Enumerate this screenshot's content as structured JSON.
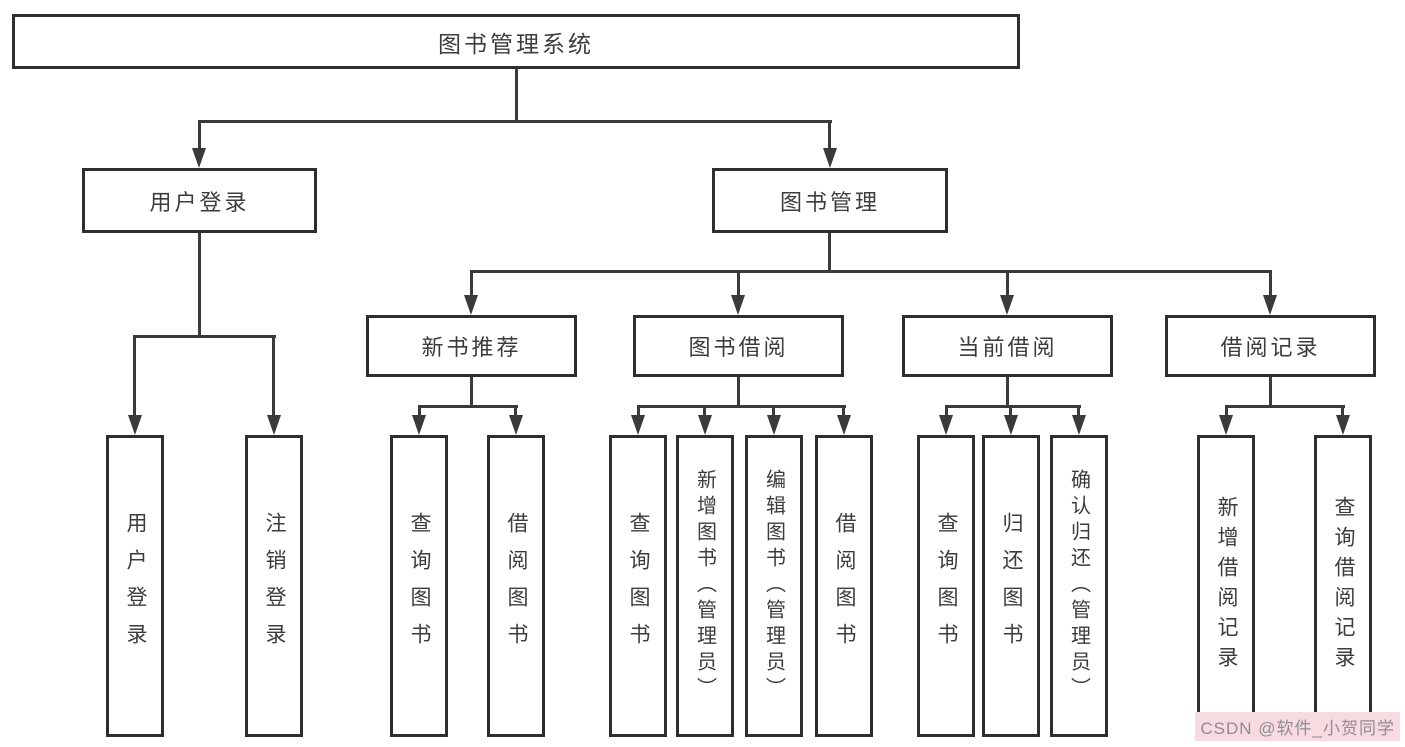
{
  "diagram": {
    "root": "图书管理系统",
    "branches": [
      {
        "label": "用户登录",
        "leaves": [
          "用户登录",
          "注销登录"
        ]
      },
      {
        "label": "图书管理",
        "groups": [
          {
            "label": "新书推荐",
            "leaves": [
              "查询图书",
              "借阅图书"
            ]
          },
          {
            "label": "图书借阅",
            "leaves": [
              "查询图书",
              "新增图书（管理员）",
              "编辑图书（管理员）",
              "借阅图书"
            ]
          },
          {
            "label": "当前借阅",
            "leaves": [
              "查询图书",
              "归还图书",
              "确认归还（管理员）"
            ]
          },
          {
            "label": "借阅记录",
            "leaves": [
              "新增借阅记录",
              "查询借阅记录"
            ]
          }
        ]
      }
    ]
  },
  "watermark": "CSDN @软件_小贺同学",
  "colors": {
    "background": "#ffffff",
    "box_border": "#2e2e2e",
    "line": "#3a3a3a",
    "text": "#3c3c3c",
    "watermark_bg": "#f8dbe1",
    "watermark_text": "#8d8d92"
  }
}
